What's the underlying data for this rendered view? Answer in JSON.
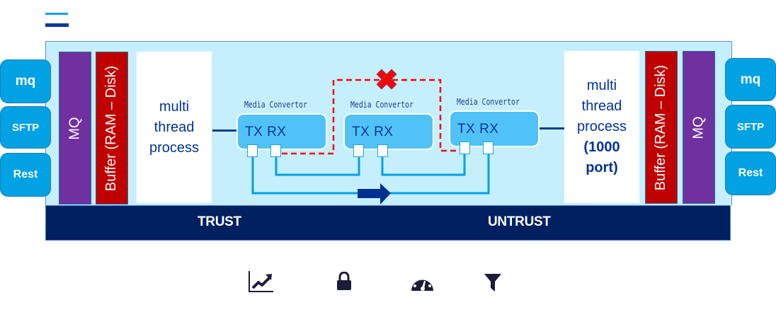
{
  "diagram": {
    "left_interfaces": [
      {
        "label": "mq"
      },
      {
        "label": "SFTP"
      },
      {
        "label": "Rest"
      }
    ],
    "right_interfaces": [
      {
        "label": "mq"
      },
      {
        "label": "SFTP"
      },
      {
        "label": "Rest"
      }
    ],
    "left_mq_label": "MQ",
    "left_buffer_label": "Buffer (RAM – Disk)",
    "left_process": {
      "lines": [
        "multi",
        "thread",
        "process"
      ]
    },
    "right_process": {
      "lines": [
        "multi",
        "thread",
        "process"
      ],
      "bold_lines": [
        "(1000",
        "port)"
      ]
    },
    "right_buffer_label": "Buffer (RAM – Disk)",
    "right_mq_label": "MQ",
    "media_convertors": [
      {
        "label": "Media Convertor",
        "tx": "TX",
        "rx": "RX"
      },
      {
        "label": "Media Convertor",
        "tx": "TX",
        "rx": "RX"
      },
      {
        "label": "Media Convertor",
        "tx": "TX",
        "rx": "RX"
      }
    ],
    "zones": {
      "trust": "TRUST",
      "untrust": "UNTRUST"
    },
    "blocked_link_icon": "red-x-icon",
    "colors": {
      "background": "#c6effd",
      "zone_bar": "#002060",
      "interface": "#00a2e3",
      "mq": "#7030a0",
      "buffer": "#c00000",
      "convertor": "#50c2f7",
      "link": "#00a2e3",
      "blocked_link": "#ff0000",
      "arrow": "#00308f"
    }
  },
  "bottom_icons": [
    {
      "name": "chart-line-icon"
    },
    {
      "name": "lock-icon"
    },
    {
      "name": "gauge-icon"
    },
    {
      "name": "filter-icon"
    }
  ]
}
